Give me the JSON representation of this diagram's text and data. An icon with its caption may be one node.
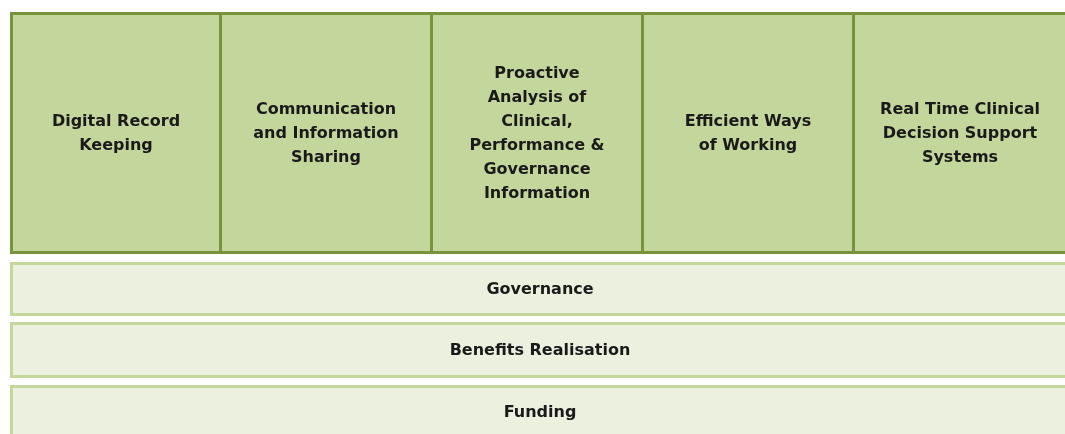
{
  "diagram": {
    "nodes": [
      {
        "text": [
          "Digital Record Keeping"
        ]
      },
      {
        "text": [
          "Communication and Information Sharing"
        ]
      },
      {
        "text": [
          "Proactive Analysis of Clinical, Performance & Governance Information"
        ]
      },
      {
        "text": [
          "Efficient Ways of Working"
        ]
      },
      {
        "text": [
          "Real Time Clinical Decision Support Systems"
        ]
      },
      {
        "text": [
          "Governance"
        ]
      },
      {
        "text": [
          "Benefits Realisation"
        ]
      },
      {
        "text": [
          "Funding"
        ]
      }
    ]
  }
}
